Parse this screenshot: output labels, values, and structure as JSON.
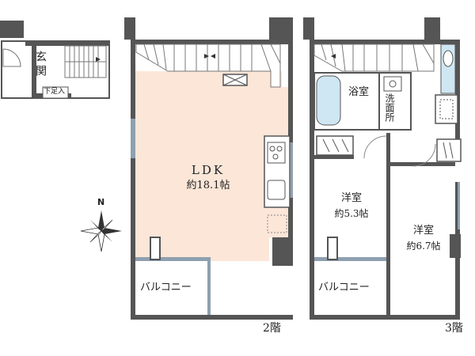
{
  "floor1": {
    "entrance": "玄関",
    "shoe_storage": "下足入"
  },
  "floor2": {
    "ldk_name": "LDK",
    "ldk_size": "約18.1帖",
    "balcony": "バルコニー",
    "floor_label": "2階"
  },
  "floor3": {
    "bath": "浴室",
    "washroom": "洗面所",
    "western1_name": "洋室",
    "western1_size": "約5.3帖",
    "western2_name": "洋室",
    "western2_size": "約6.7帖",
    "balcony": "バルコニー",
    "floor_label": "3階"
  },
  "compass": {
    "north": "N"
  },
  "colors": {
    "wall": "#555555",
    "ldk_floor": "#fbe6d8",
    "window": "#8ea0b0",
    "fixture": "#5a5a5a"
  }
}
